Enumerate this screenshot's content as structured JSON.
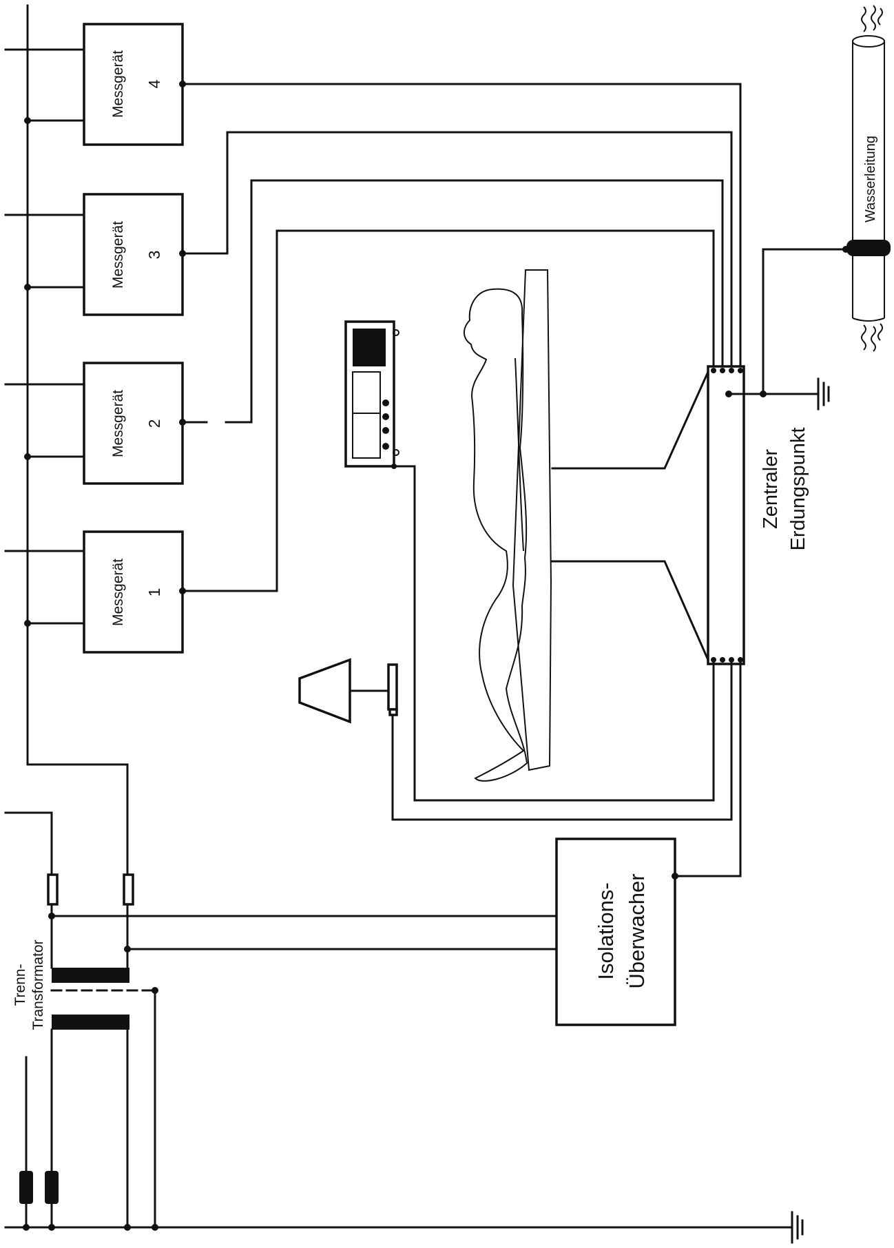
{
  "devices": [
    {
      "name": "Messgerät",
      "number": "4"
    },
    {
      "name": "Messgerät",
      "number": "3"
    },
    {
      "name": "Messgerät",
      "number": "2"
    },
    {
      "name": "Messgerät",
      "number": "1"
    }
  ],
  "labels": {
    "water_pipe": "Wasserleitung",
    "ground_point_line1": "Zentraler",
    "ground_point_line2": "Erdungspunkt",
    "insulation_monitor_line1": "Isolations-",
    "insulation_monitor_line2": "Überwacher",
    "transformer_line1": "Trenn-",
    "transformer_line2": "Transformator"
  },
  "colors": {
    "line": "#111111",
    "background": "#ffffff"
  }
}
